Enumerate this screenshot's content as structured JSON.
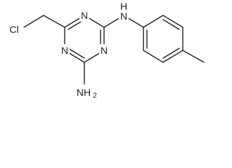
{
  "diagram": {
    "atoms": {
      "cl": "Cl",
      "n_top": "N",
      "n_left": "N",
      "n_right": "N",
      "nh": "N",
      "nh_h": "H",
      "nh2": "NH",
      "nh2_sub": "2"
    },
    "colors": {
      "ink": "#222222",
      "background": "#ffffff"
    }
  }
}
